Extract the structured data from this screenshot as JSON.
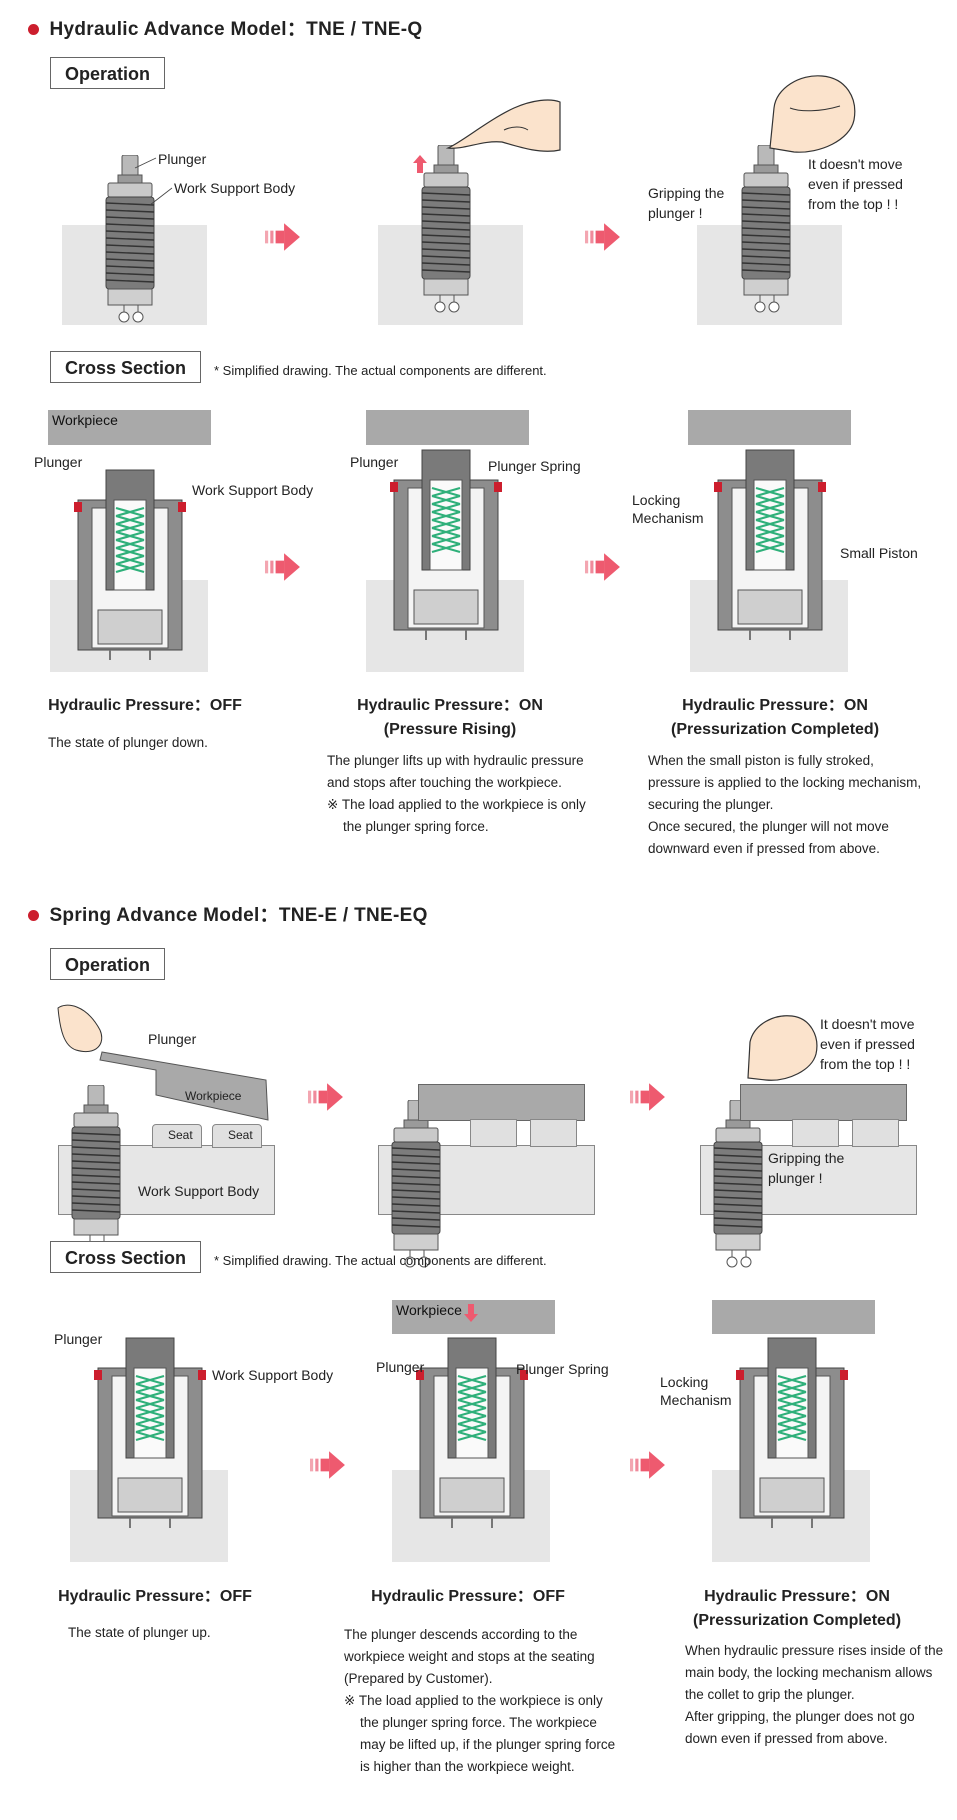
{
  "hydraulic": {
    "title": "Hydraulic Advance Model：TNE / TNE-Q",
    "operation": {
      "box_label": "Operation",
      "labels": {
        "plunger": "Plunger",
        "work_support_body": "Work Support Body",
        "gripping": "Gripping the plunger !",
        "no_move": "It doesn't move even if pressed from the top ! !"
      }
    },
    "cross_section": {
      "box_label": "Cross Section",
      "note": "* Simplified drawing. The actual components are different.",
      "labels": {
        "workpiece": "Workpiece",
        "plunger": "Plunger",
        "work_support_body": "Work Support Body",
        "plunger_spring": "Plunger Spring",
        "locking_mechanism": "Locking Mechanism",
        "small_piston": "Small Piston"
      }
    },
    "states": [
      {
        "heading": "Hydraulic Pressure：OFF",
        "desc": [
          "The state of plunger down."
        ]
      },
      {
        "heading": "Hydraulic Pressure：ON (Pressure Rising)",
        "desc": [
          "The plunger lifts up with hydraulic pressure and stops after touching the workpiece.",
          "※ The load applied to the workpiece is only the plunger spring force."
        ]
      },
      {
        "heading": "Hydraulic Pressure：ON (Pressurization Completed)",
        "desc": [
          "When the small piston is fully stroked, pressure is applied to the locking mechanism, securing the plunger.",
          "Once secured, the plunger will not move downward even if pressed from above."
        ]
      }
    ]
  },
  "spring": {
    "title": "Spring Advance Model：TNE-E / TNE-EQ",
    "operation": {
      "box_label": "Operation",
      "labels": {
        "plunger": "Plunger",
        "workpiece": "Workpiece",
        "seat": "Seat",
        "work_support_body": "Work Support Body",
        "no_move": "It doesn't move even if pressed from the top ! !",
        "gripping": "Gripping the plunger !"
      }
    },
    "cross_section": {
      "box_label": "Cross Section",
      "note": "* Simplified drawing. The actual components are different.",
      "labels": {
        "plunger": "Plunger",
        "work_support_body": "Work Support Body",
        "workpiece": "Workpiece",
        "plunger_spring": "Plunger Spring",
        "locking_mechanism": "Locking Mechanism"
      }
    },
    "states": [
      {
        "heading": "Hydraulic Pressure：OFF",
        "desc": [
          "The state of plunger up."
        ]
      },
      {
        "heading": "Hydraulic Pressure：OFF",
        "desc": [
          "The plunger descends according to the workpiece weight and stops at the seating (Prepared by Customer).",
          "※ The load applied to the workpiece is only the plunger spring force. The workpiece may be lifted up, if the plunger spring force is higher than the workpiece weight."
        ]
      },
      {
        "heading": "Hydraulic Pressure：ON (Pressurization Completed)",
        "desc": [
          "When hydraulic pressure rises inside of the main body, the locking mechanism allows the collet to grip the plunger.",
          "After gripping, the plunger does not go down even if pressed from above."
        ]
      }
    ]
  },
  "colors": {
    "accent_red": "#cc1e2d",
    "arrow_pink": "#ee5a6f",
    "spring_green": "#2fb07a",
    "fluid_pink": "#f08aa8",
    "ground_gray": "#e6e6e6",
    "workpiece_gray": "#a9a9a9"
  }
}
